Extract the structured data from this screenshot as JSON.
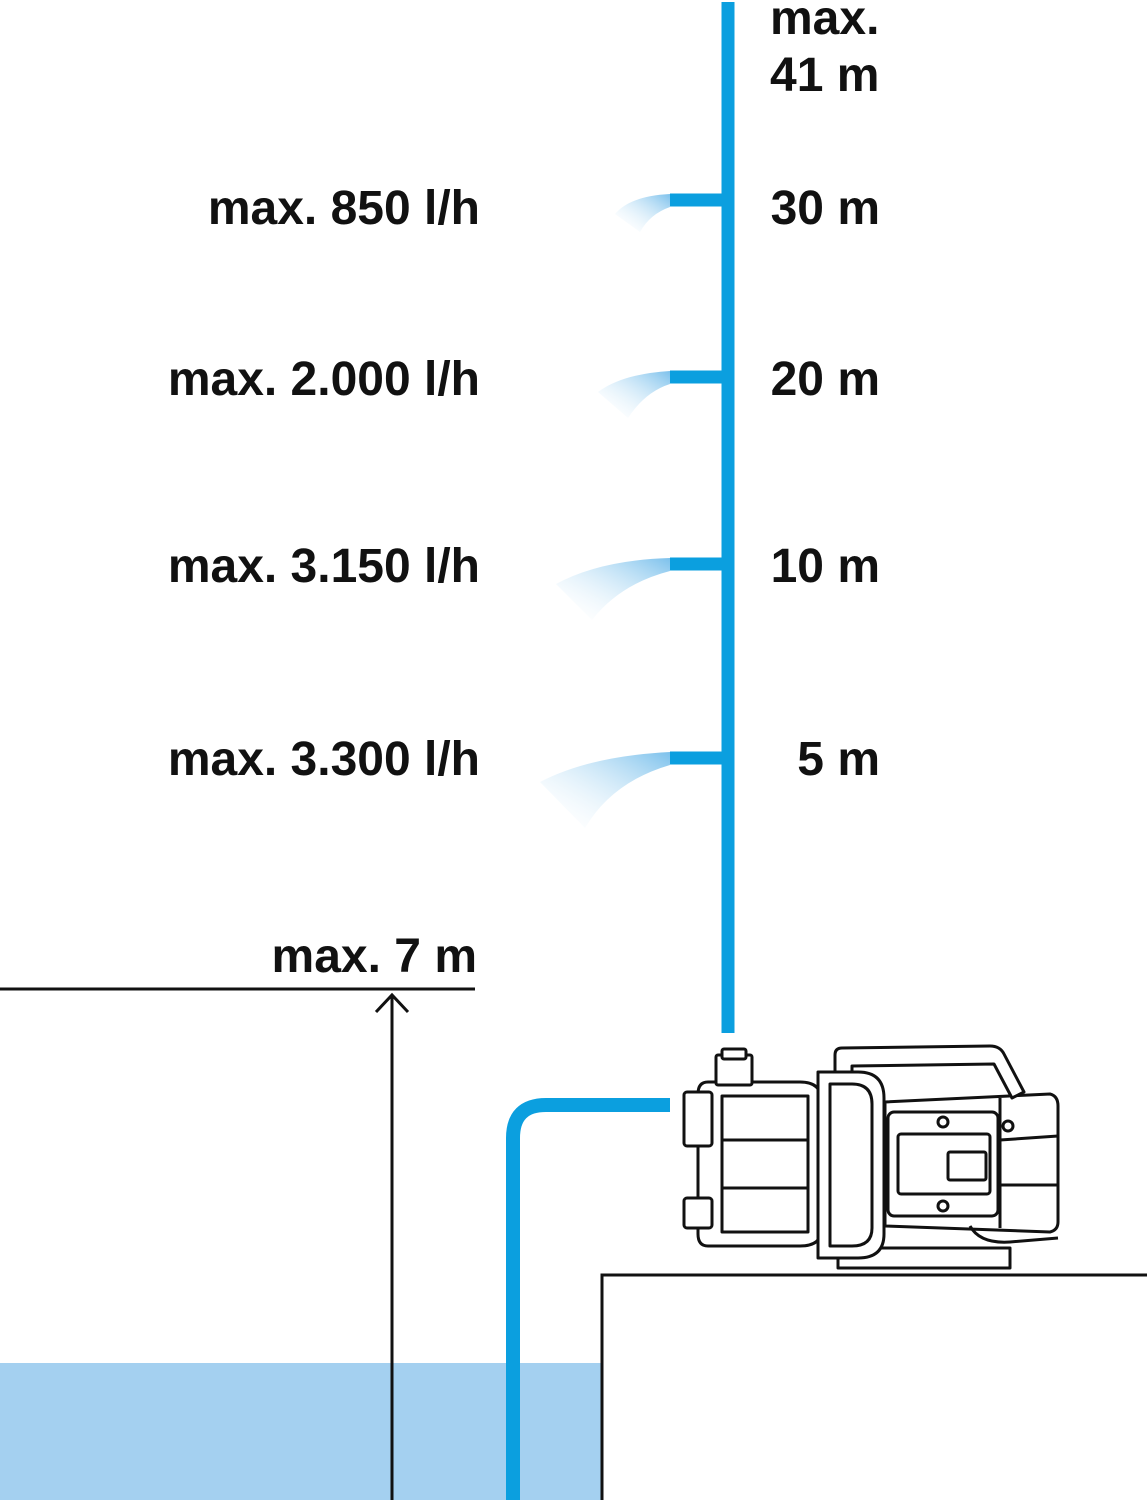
{
  "max_head": {
    "line1": "max.",
    "line2": "41 m"
  },
  "levels": [
    {
      "flow": "max. 850 l/h",
      "height": "30 m"
    },
    {
      "flow": "max. 2.000 l/h",
      "height": "20 m"
    },
    {
      "flow": "max. 3.150 l/h",
      "height": "10 m"
    },
    {
      "flow": "max. 3.300 l/h",
      "height": "5 m"
    }
  ],
  "suction": {
    "label": "max. 7 m"
  },
  "colors": {
    "pipe": "#0b9fdf",
    "water": "#a4d0f0",
    "line": "#111111"
  }
}
